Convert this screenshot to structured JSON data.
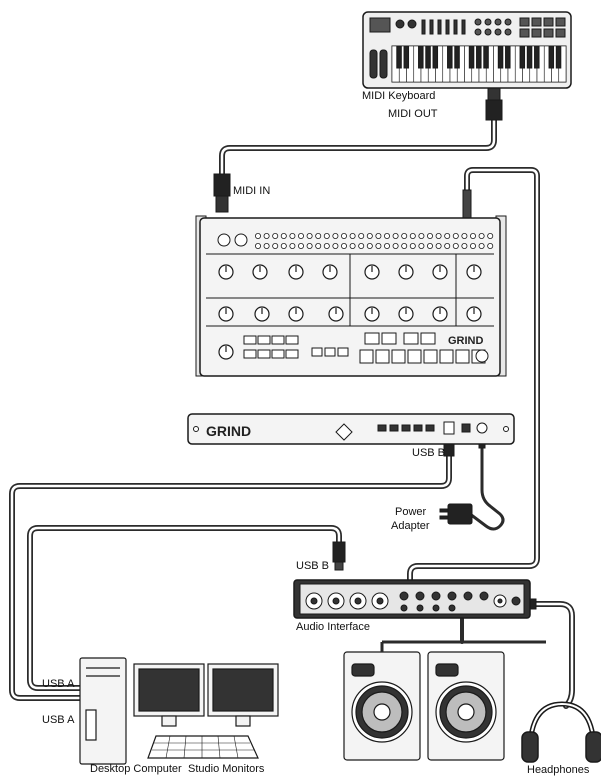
{
  "labels": {
    "midi_keyboard": "MIDI Keyboard",
    "midi_out": "MIDI OUT",
    "midi_in": "MIDI IN",
    "usb_b_top": "USB B",
    "power_adapter_line1": "Power",
    "power_adapter_line2": "Adapter",
    "usb_b_interface": "USB B",
    "audio_interface": "Audio Interface",
    "usb_a_1": "USB A",
    "usb_a_2": "USB A",
    "desktop_computer": "Desktop Computer",
    "studio_monitors": "Studio Monitors",
    "headphones": "Headphones"
  },
  "device_text": {
    "grind_panel": "GRIND",
    "grind_expander": "GRIND"
  },
  "colors": {
    "stroke": "#1a1a1a",
    "cable": "#2b2b2b",
    "cable_inner": "#ffffff",
    "panel_fill": "#f4f4f4",
    "dark_fill": "#333333",
    "cone": "#bdbdbd"
  }
}
